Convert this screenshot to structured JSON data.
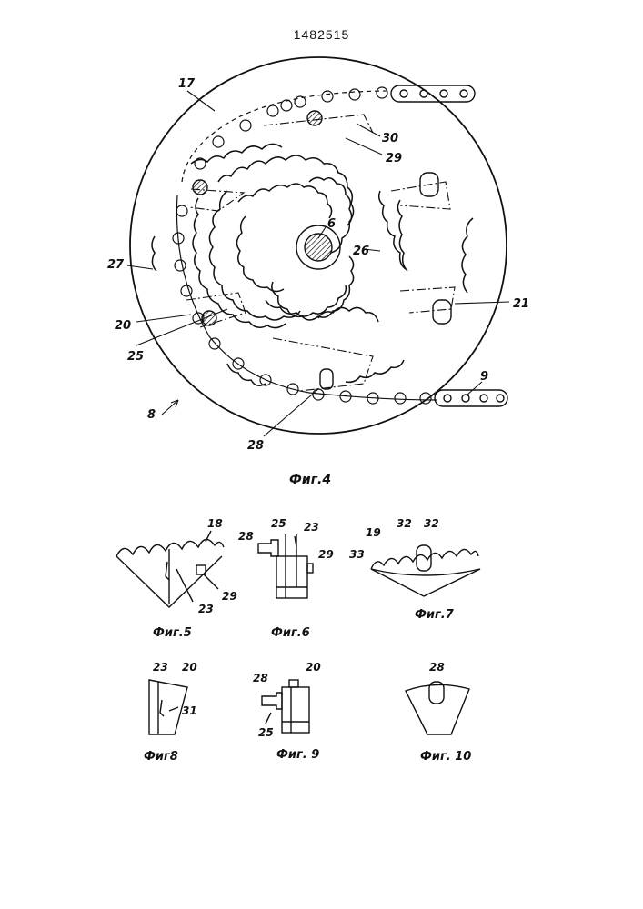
{
  "patent_number": "1482515",
  "figures": {
    "fig4": {
      "caption": "Фиг.4",
      "labels": {
        "l17": "17",
        "l30": "30",
        "l29": "29",
        "l6": "6",
        "l26": "26",
        "l27": "27",
        "l21": "21",
        "l20": "20",
        "l25": "25",
        "l9": "9",
        "l8": "8",
        "l28": "28"
      }
    },
    "fig5": {
      "caption": "Фиг.5",
      "labels": {
        "l18": "18",
        "l23": "23",
        "l29": "29"
      }
    },
    "fig6": {
      "caption": "Фиг.6",
      "labels": {
        "l28": "28",
        "l25": "25",
        "l23": "23",
        "l29": "29"
      }
    },
    "fig7": {
      "caption": "Фиг.7",
      "labels": {
        "l19": "19",
        "l32a": "32",
        "l32b": "32",
        "l33": "33"
      }
    },
    "fig8": {
      "caption": "Фиг8",
      "labels": {
        "l23": "23",
        "l20": "20",
        "l31": "31"
      }
    },
    "fig9": {
      "caption": "Фиг. 9",
      "labels": {
        "l28": "28",
        "l20": "20",
        "l25": "25"
      }
    },
    "fig10": {
      "caption": "Фиг. 10",
      "labels": {
        "l28": "28"
      }
    }
  }
}
